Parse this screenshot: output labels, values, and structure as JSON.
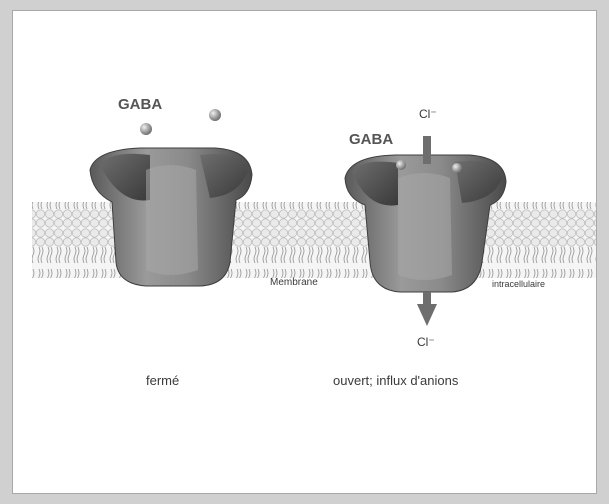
{
  "labels": {
    "gaba_left": "GABA",
    "gaba_right": "GABA",
    "cl_top": "Cl⁻",
    "cl_bottom": "Cl⁻",
    "membrane": "Membrane",
    "intracellular": "intracellulaire",
    "closed": "fermé",
    "open": "ouvert; influx d'anions"
  }
}
